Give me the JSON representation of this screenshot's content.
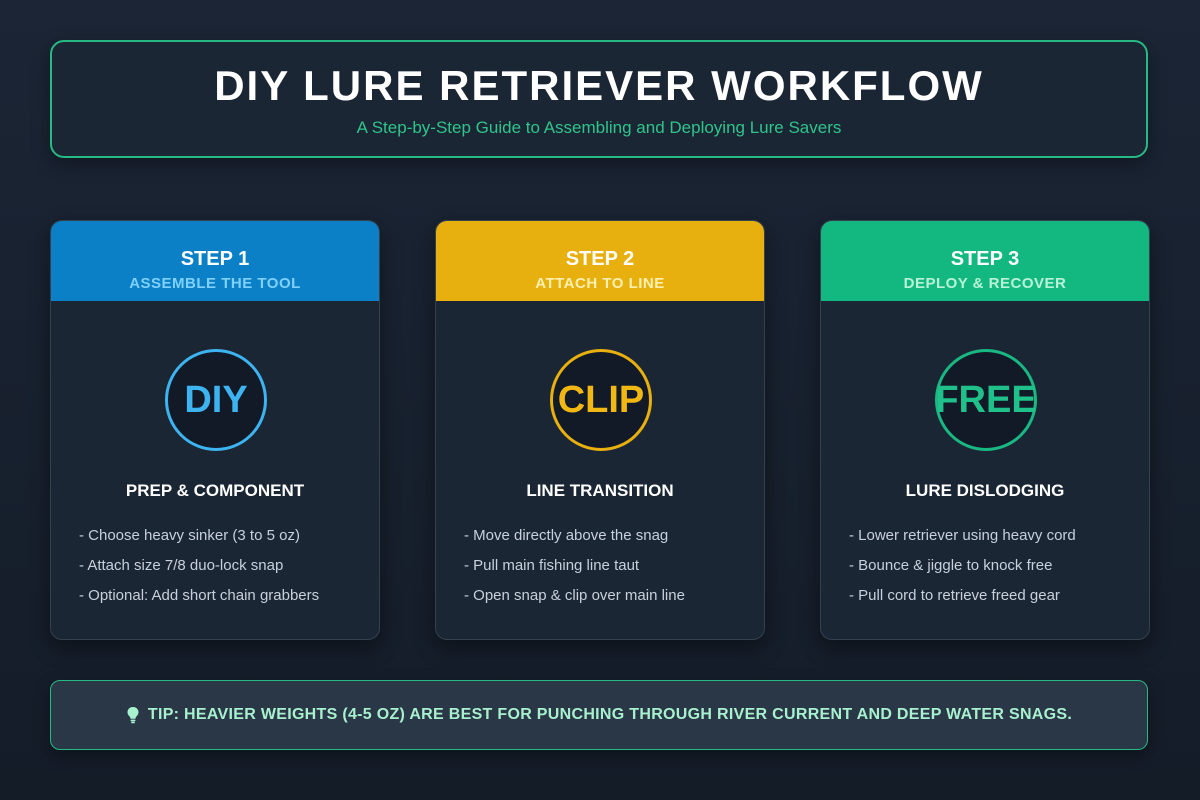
{
  "header": {
    "title": "DIY LURE RETRIEVER WORKFLOW",
    "subtitle": "A Step-by-Step Guide to Assembling and Deploying Lure Savers"
  },
  "colors": {
    "accent_green": "#27b983",
    "step1_blue": "#0c80c7",
    "step2_yellow": "#e8b00f",
    "step3_green": "#13b881",
    "background": "#1b2535"
  },
  "steps": [
    {
      "label": "STEP 1",
      "subtitle": "ASSEMBLE THE TOOL",
      "badge": "DIY",
      "section_title": "PREP & COMPONENT",
      "items": [
        "- Choose heavy sinker (3 to 5 oz)",
        "- Attach size 7/8 duo-lock snap",
        "- Optional: Add short chain grabbers"
      ]
    },
    {
      "label": "STEP 2",
      "subtitle": "ATTACH TO LINE",
      "badge": "CLIP",
      "section_title": "LINE TRANSITION",
      "items": [
        "- Move directly above the snag",
        "- Pull main fishing line taut",
        "- Open snap & clip over main line"
      ]
    },
    {
      "label": "STEP 3",
      "subtitle": "DEPLOY & RECOVER",
      "badge": "FREE",
      "section_title": "LURE DISLODGING",
      "items": [
        "- Lower retriever using heavy cord",
        "- Bounce & jiggle to knock free",
        "- Pull cord to retrieve freed gear"
      ]
    }
  ],
  "tip": {
    "icon": "lightbulb-icon",
    "text": "TIP: HEAVIER WEIGHTS (4-5 OZ) ARE BEST FOR PUNCHING THROUGH RIVER CURRENT AND DEEP WATER SNAGS."
  }
}
